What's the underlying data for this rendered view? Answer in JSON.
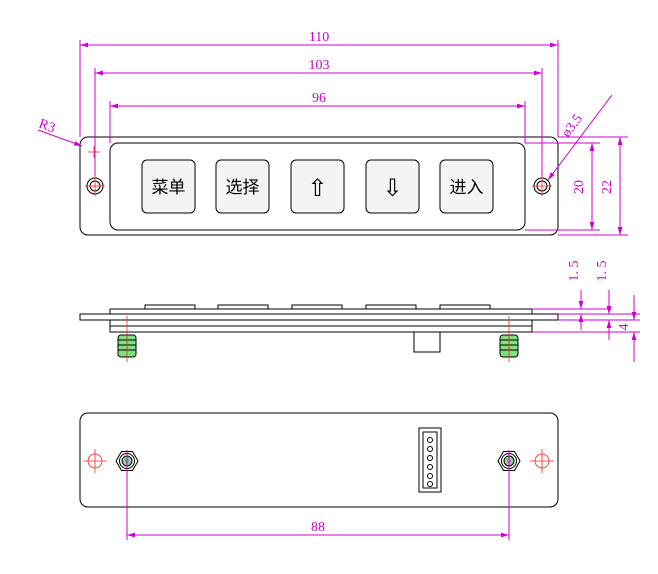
{
  "front_view": {
    "keys": [
      {
        "id": "menu",
        "label": "菜单"
      },
      {
        "id": "select",
        "label": "选择"
      },
      {
        "id": "up",
        "label": "⇧"
      },
      {
        "id": "down",
        "label": "⇩"
      },
      {
        "id": "enter",
        "label": "进入"
      }
    ]
  },
  "dimensions": {
    "overall_length": "110",
    "hole_spacing": "103",
    "keypad_length": "96",
    "corner_radius": "R3",
    "hole_diameter": "ø3.5",
    "keypad_height": "20",
    "overall_height": "22",
    "key_height_a": "1. 5",
    "key_height_b": "1. 5",
    "thickness": "4",
    "stud_spacing": "88"
  },
  "colors": {
    "dimension": "#d000d0",
    "centerline": "#ff2020",
    "outline": "#000000",
    "stud_fill": "#7fe07f"
  }
}
